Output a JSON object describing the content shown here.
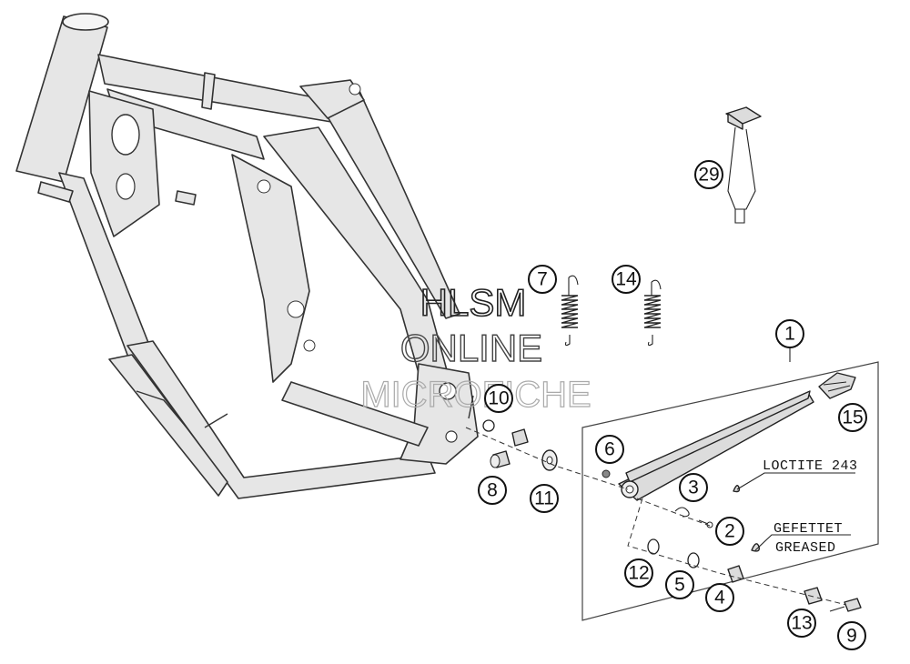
{
  "diagram": {
    "callouts": [
      "1",
      "2",
      "3",
      "4",
      "5",
      "6",
      "7",
      "8",
      "9",
      "10",
      "11",
      "12",
      "13",
      "14",
      "15",
      "29"
    ],
    "notes": {
      "loctite": "LOCTITE 243",
      "greased_de": "GEFETTET",
      "greased_en": "GREASED"
    },
    "watermark": {
      "line1": "HLSM",
      "line2": "ONLINE",
      "line3": "MICROFICHE"
    }
  }
}
